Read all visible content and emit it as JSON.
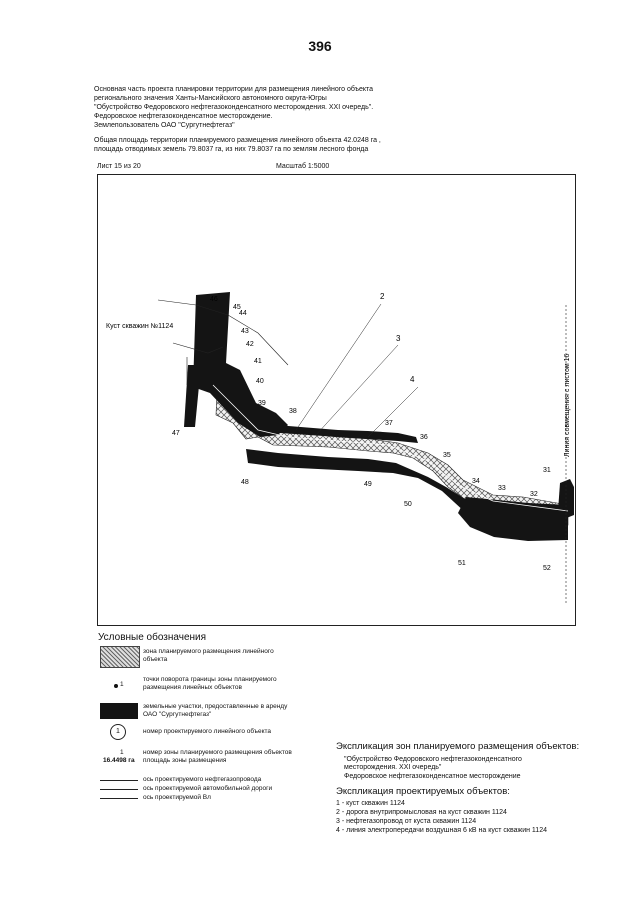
{
  "page_number": "396",
  "header": {
    "lines": [
      "Основная часть проекта планировки территории для размещения линейного объекта",
      "регионального значения Ханты-Мансийского автономного округа-Югры",
      "\"Обустройство Федоровского нефтегазоконденсатного месторождения. XXI очередь\".",
      "Федоровское нефтегазоконденсатное месторождение.",
      "Землепользователь ОАО \"Сургутнефтегаз\""
    ],
    "area_lines": [
      "Общая площадь территории планируемого размещения линейного объекта 42.0248 га ,",
      "площадь отводимых земель 79.8037 га, из них 79.8037 га по землям лесного фонда"
    ]
  },
  "sheet": "Лист 15 из 20",
  "scale": "Масштаб 1:5000",
  "map": {
    "well_pad_label": "Куст скважин №1124",
    "match_line_label": "Линия совмещения с листом 16",
    "object_numbers": [
      "2",
      "3",
      "4"
    ],
    "points": [
      "46",
      "45",
      "44",
      "43",
      "42",
      "41",
      "40",
      "39",
      "38",
      "37",
      "36",
      "35",
      "34",
      "33",
      "32",
      "31",
      "47",
      "48",
      "49",
      "50",
      "51",
      "52"
    ]
  },
  "legend": {
    "title": "Условные обозначения",
    "items": [
      "зона планируемого размещения линейного объекта",
      "точки поворота границы зоны планируемого размещения линейных объектов",
      "земельные участки, предоставленные в аренду ОАО \"Сургутнефтегаз\"",
      "номер проектируемого линейного объекта",
      "номер зоны планируемого размещения объектов площадь зоны размещения",
      "ось проектируемого нефтегазопровода",
      "ось проектируемой автомобильной дороги",
      "ось проектируемой Вл"
    ],
    "point_symbol_label": "1",
    "object_number_symbol": "1",
    "zone_number": "1",
    "zone_area": "16.4498 га"
  },
  "explication_zones": {
    "title": "Экспликация зон планируемого размещения объектов:",
    "lines": [
      "\"Обустройство Федоровского нефтегазоконденсатного",
      "месторождения. XXI очередь\"",
      "Федоровское нефтегазоконденсатное месторождение"
    ]
  },
  "explication_objects": {
    "title": "Экспликация проектируемых объектов:",
    "items": [
      "1 - куст скважин 1124",
      "2 - дорога внутрипромысловая на куст скважин 1124",
      "3 - нефтегазопровод от куста скважин 1124",
      "4 -  линия электропередачи воздушная 6 кВ на куст скважин 1124"
    ]
  },
  "colors": {
    "lease": "#141414",
    "zone_hatch": "#555555",
    "line": "#222222"
  }
}
